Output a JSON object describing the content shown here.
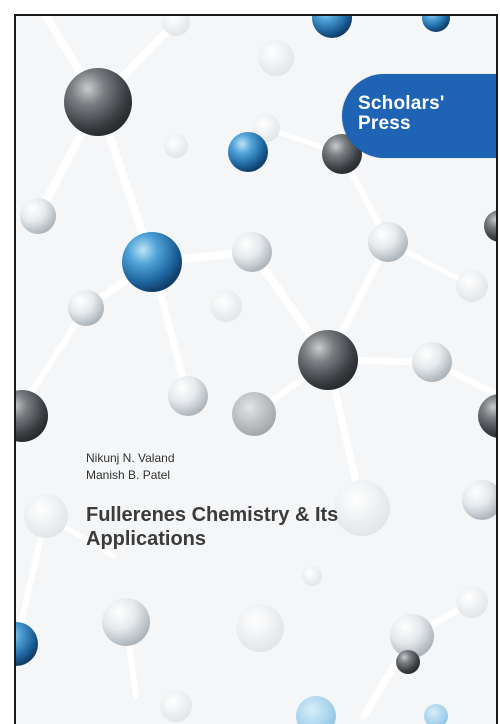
{
  "publisher": {
    "logo_line1": "Scholars'",
    "logo_line2": "Press",
    "logo_color": "#1f63b4"
  },
  "authors": [
    "Nikunj N. Valand",
    "Manish B. Patel"
  ],
  "title": {
    "line1": "Fullerenes Chemistry & Its",
    "line2": "Applications"
  },
  "colors": {
    "background": "#f4f6f8",
    "border": "#1a1a1a",
    "atom_dark": "#5b5e62",
    "atom_blue": "#2f7fbf",
    "atom_white": "#e3e7ea",
    "text": "#333333"
  }
}
